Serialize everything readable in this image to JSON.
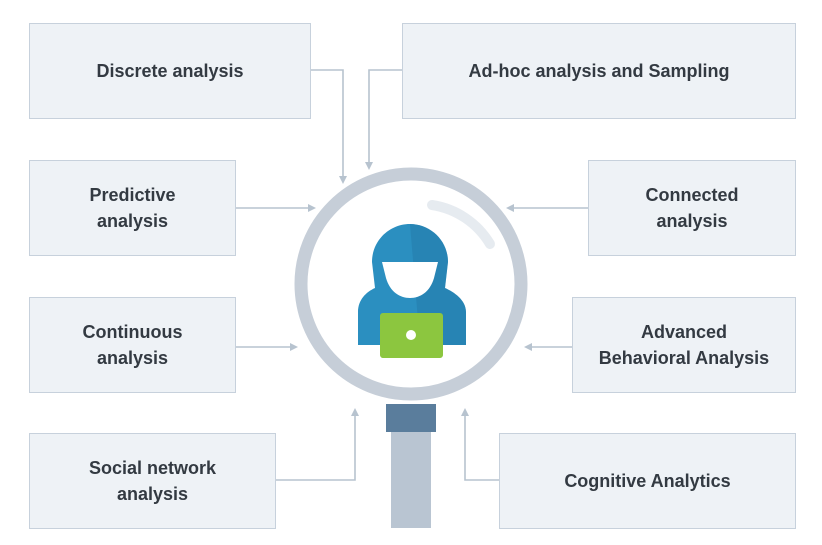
{
  "boxes": {
    "discrete": "Discrete analysis",
    "adhoc": "Ad-hoc analysis and Sampling",
    "predictive": [
      "Predictive",
      "analysis"
    ],
    "connected": [
      "Connected",
      "analysis"
    ],
    "continuous": [
      "Continuous",
      "analysis"
    ],
    "advanced": [
      "Advanced",
      "Behavioral Analysis"
    ],
    "social": [
      "Social network",
      "analysis"
    ],
    "cognitive": "Cognitive Analytics"
  },
  "colors": {
    "box_fill": "#eef2f6",
    "box_border": "#c7d1dc",
    "arrow": "#b7c3cf",
    "lens_ring": "#c6ced8",
    "handle": "#b9c5d2",
    "handle_collar": "#5a7d9c",
    "hood_blue": "#2b8fc0",
    "laptop_green": "#8cc63f"
  },
  "icons": {
    "center": "hooded-hacker-icon",
    "lens": "magnifying-glass-icon"
  }
}
